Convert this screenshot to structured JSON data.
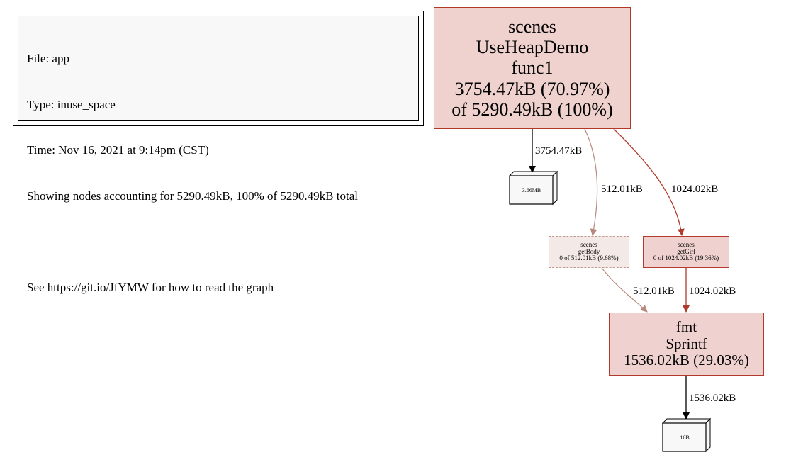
{
  "legend": {
    "lines": [
      "File: app",
      "Type: inuse_space",
      "Time: Nov 16, 2021 at 9:14pm (CST)",
      "Showing nodes accounting for 5290.49kB, 100% of 5290.49kB total",
      "",
      "See https://git.io/JfYMW for how to read the graph"
    ]
  },
  "nodes": {
    "root": {
      "lines": [
        "scenes",
        "UseHeapDemo",
        "func1",
        "3754.47kB (70.97%)",
        "of 5290.49kB (100%)"
      ]
    },
    "getbody": {
      "lines": [
        "scenes",
        "getBody",
        "0 of 512.01kB (9.68%)"
      ]
    },
    "getgirl": {
      "lines": [
        "scenes",
        "getGirl",
        "0 of 1024.02kB (19.36%)"
      ]
    },
    "sprintf": {
      "lines": [
        "fmt",
        "Sprintf",
        "1536.02kB (29.03%)"
      ]
    }
  },
  "boxes": {
    "root_alloc": "3.66MB",
    "sprintf_alloc": "16B"
  },
  "edges": {
    "root_to_alloc": "3754.47kB",
    "root_to_getbody": "512.01kB",
    "root_to_getgirl": "1024.02kB",
    "getbody_to_sprintf": "512.01kB",
    "getgirl_to_sprintf": "1024.02kB",
    "sprintf_to_alloc": "1536.02kB"
  },
  "colors": {
    "edge_dark": "#000000",
    "edge_light": "#b8877d",
    "edge_red": "#b23a2c"
  }
}
